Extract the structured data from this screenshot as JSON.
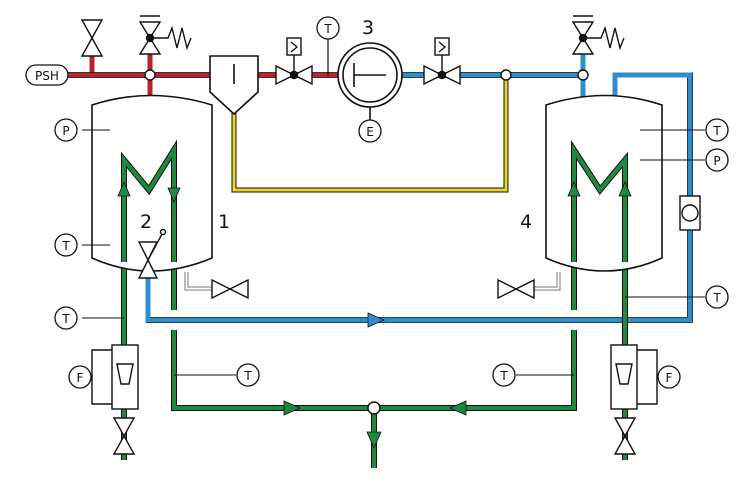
{
  "colors": {
    "red": "#b5252a",
    "blue": "#2e8fcf",
    "yellow": "#e8d629",
    "green": "#1e8a3c",
    "gray": "#777777",
    "ink": "#111111"
  },
  "labels": {
    "psh": "PSH",
    "t": "T",
    "p": "P",
    "e": "E",
    "f": "F"
  },
  "numbers": {
    "vessel_left": "1",
    "expansion_valve": "2",
    "compressor": "3",
    "vessel_right": "4"
  },
  "icons": [
    "valve-icon",
    "safety-valve-icon",
    "solenoid-valve-icon",
    "compressor-icon",
    "flowmeter-icon",
    "sight-glass-icon",
    "pump-icon"
  ]
}
